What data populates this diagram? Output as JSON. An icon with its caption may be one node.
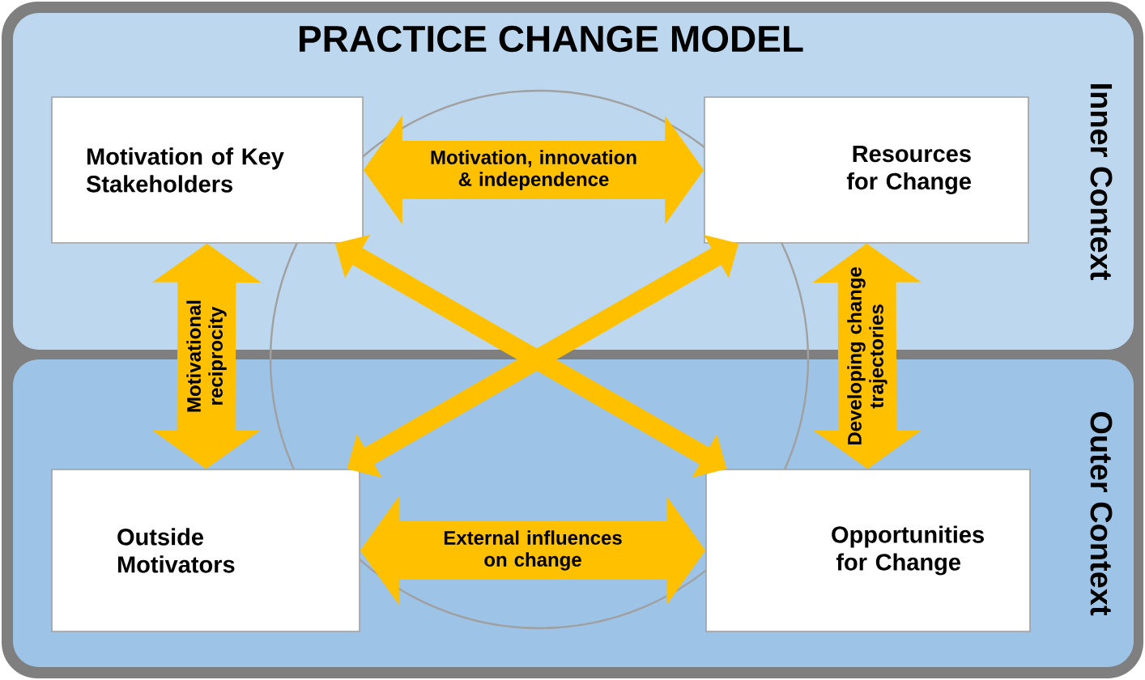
{
  "diagram": {
    "title": "PRACTICE CHANGE MODEL",
    "nodes": [
      {
        "text": [
          "Inner Context"
        ]
      },
      {
        "text": [
          "Motivation of Key Stakeholders"
        ],
        "in": 0
      },
      {
        "text": [
          "Resources for Change"
        ],
        "in": 0
      },
      {
        "text": [
          "Outer Context"
        ]
      },
      {
        "text": [
          "Outside Motivators"
        ],
        "in": 3
      },
      {
        "text": [
          "Opportunities for Change"
        ],
        "in": 3
      }
    ],
    "edges": [
      {
        "from": 1,
        "to": 2,
        "arrow": "both",
        "label": "Motivation, innovation & independence"
      },
      {
        "from": 1,
        "to": 4,
        "arrow": "both",
        "label": "Motivational reciprocity"
      },
      {
        "from": 2,
        "to": 5,
        "arrow": "both",
        "label": "Developing change trajectories"
      },
      {
        "from": 1,
        "to": 5,
        "arrow": "both"
      },
      {
        "from": 2,
        "to": 4,
        "arrow": "both"
      },
      {
        "from": 4,
        "to": 5,
        "arrow": "both",
        "label": "External influences on change"
      }
    ]
  }
}
